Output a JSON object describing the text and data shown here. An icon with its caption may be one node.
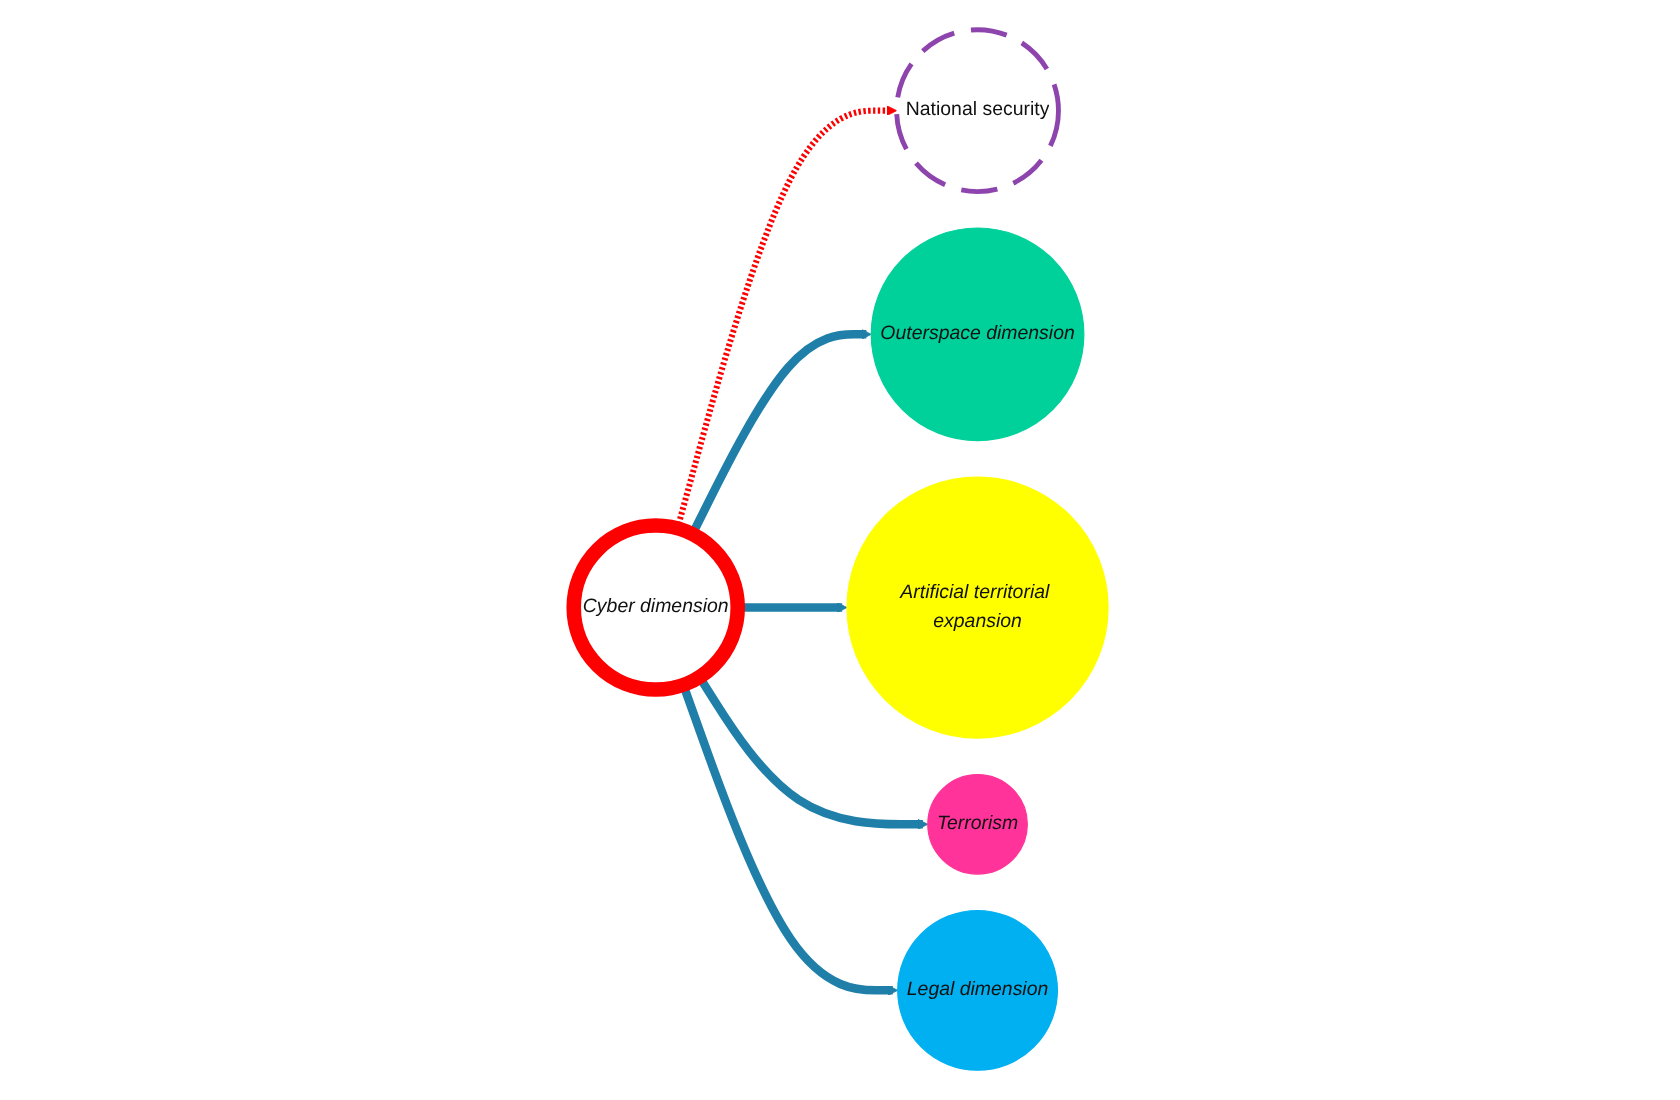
{
  "diagram": {
    "nodes": [
      {
        "text": [
          "National security"
        ]
      },
      {
        "text": [
          "Cyber dimension"
        ]
      },
      {
        "text": [
          "Outerspace dimension"
        ]
      },
      {
        "text": [
          "Artificial territorial expansion"
        ]
      },
      {
        "text": [
          "Terrorism"
        ]
      },
      {
        "text": [
          "Legal dimension"
        ]
      }
    ],
    "edges": [
      {
        "from": 1,
        "to": 0,
        "arrow": "to",
        "style": "dashed",
        "color": "#ff0000"
      },
      {
        "from": 1,
        "to": 2,
        "arrow": "to"
      },
      {
        "from": 1,
        "to": 3,
        "arrow": "to"
      },
      {
        "from": 1,
        "to": 4,
        "arrow": "to"
      },
      {
        "from": 1,
        "to": 5,
        "arrow": "to"
      }
    ]
  }
}
